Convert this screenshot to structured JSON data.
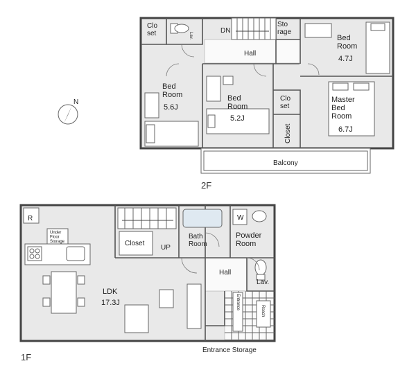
{
  "floors": {
    "second": {
      "label": "2F",
      "rooms": {
        "closet_left": "Clo\nset",
        "lav": "Lav.",
        "dn": "DN",
        "storage": "Sto\nrage",
        "bed_ne_name": "Bed\nRoom",
        "bed_ne_size": "4.7J",
        "hall": "Hall",
        "bed_w_name": "Bed\nRoom",
        "bed_w_size": "5.6J",
        "bed_c_name": "Bed\nRoom",
        "bed_c_size": "5.2J",
        "closet_mid": "Clo\nset",
        "closet_tall": "Closet",
        "master_name": "Master\nBed\nRoom",
        "master_size": "6.7J",
        "balcony": "Balcony"
      }
    },
    "first": {
      "label": "1F",
      "rooms": {
        "underfloor": "Under\nFloor\nStorage",
        "closet": "Closet",
        "up": "UP",
        "bath": "Bath\nRoom",
        "powder": "Powder\nRoom",
        "w_mark": "W",
        "r_mark": "R",
        "hall": "Hall",
        "lav": "Lav.",
        "ldk_name": "LDK",
        "ldk_size": "17.3J",
        "entrance": "Entrance",
        "roach": "Roach",
        "entrance_storage": "Entrance Storage"
      }
    }
  },
  "compass": {
    "north_label": "N"
  }
}
